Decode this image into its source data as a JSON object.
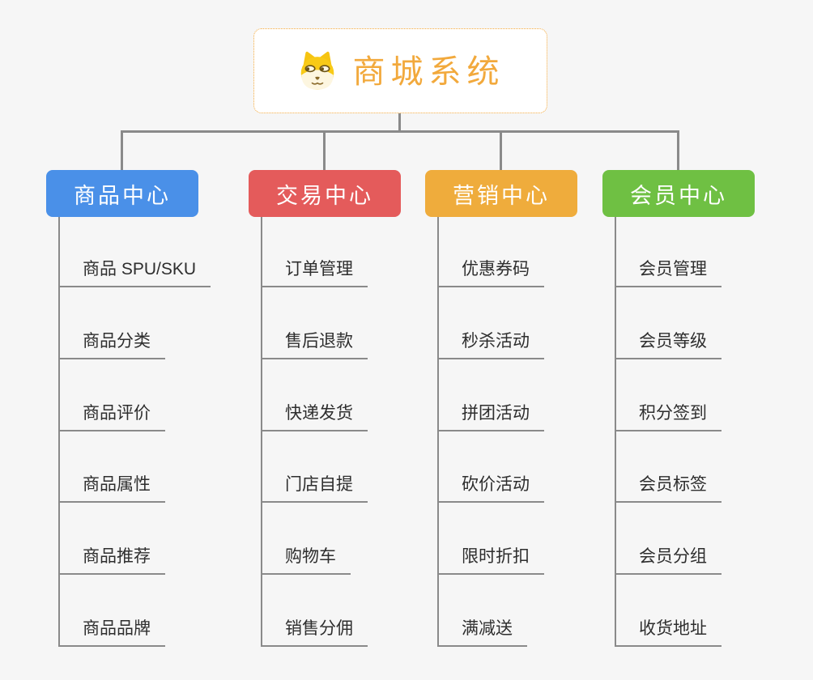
{
  "root": {
    "title": "商城系统",
    "icon": "dog-face-icon",
    "title_color": "#f2a93c",
    "border_color": "#f3a93c"
  },
  "connector_color": "#8a8a8a",
  "background_color": "#f6f6f6",
  "branches": [
    {
      "label": "商品中心",
      "color": "#4a90e8",
      "children": [
        "商品 SPU/SKU",
        "商品分类",
        "商品评价",
        "商品属性",
        "商品推荐",
        "商品品牌"
      ]
    },
    {
      "label": "交易中心",
      "color": "#e45b5b",
      "children": [
        "订单管理",
        "售后退款",
        "快递发货",
        "门店自提",
        "购物车",
        "销售分佣"
      ]
    },
    {
      "label": "营销中心",
      "color": "#efac3c",
      "children": [
        "优惠券码",
        "秒杀活动",
        "拼团活动",
        "砍价活动",
        "限时折扣",
        "满减送"
      ]
    },
    {
      "label": "会员中心",
      "color": "#6fc043",
      "children": [
        "会员管理",
        "会员等级",
        "积分签到",
        "会员标签",
        "会员分组",
        "收货地址"
      ]
    }
  ]
}
